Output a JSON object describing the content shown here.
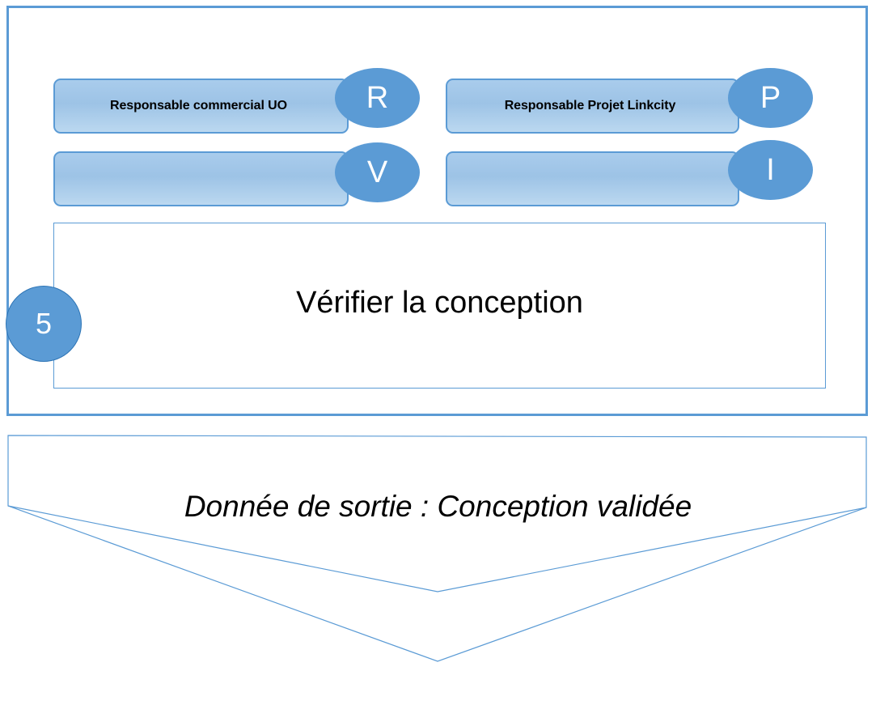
{
  "process": {
    "step_number": "5",
    "activity_title": "Vérifier la conception",
    "roles": [
      {
        "label": "Responsable commercial UO",
        "badges": [
          "R",
          "V"
        ],
        "column": "left"
      },
      {
        "label": "Responsable Projet Linkcity",
        "badges": [
          "P",
          "I"
        ],
        "column": "right"
      }
    ],
    "raci_badges": [
      {
        "code": "R",
        "row": 1,
        "column": "left"
      },
      {
        "code": "P",
        "row": 1,
        "column": "right"
      },
      {
        "code": "V",
        "row": 2,
        "column": "left"
      },
      {
        "code": "I",
        "row": 2,
        "column": "right"
      }
    ],
    "secondary_bar_labels": [
      "",
      ""
    ]
  },
  "output": {
    "text": "Donnée de sortie : Conception validée"
  },
  "colors": {
    "accent_blue": "#5B9BD5",
    "bar_fill": "#9DC3E6",
    "bar_border": "#5B9BD5",
    "outline": "#5B9BD5",
    "badge_fill": "#5B9BD5",
    "badge_text": "#FFFFFF",
    "text": "#000000",
    "background": "#FFFFFF"
  }
}
